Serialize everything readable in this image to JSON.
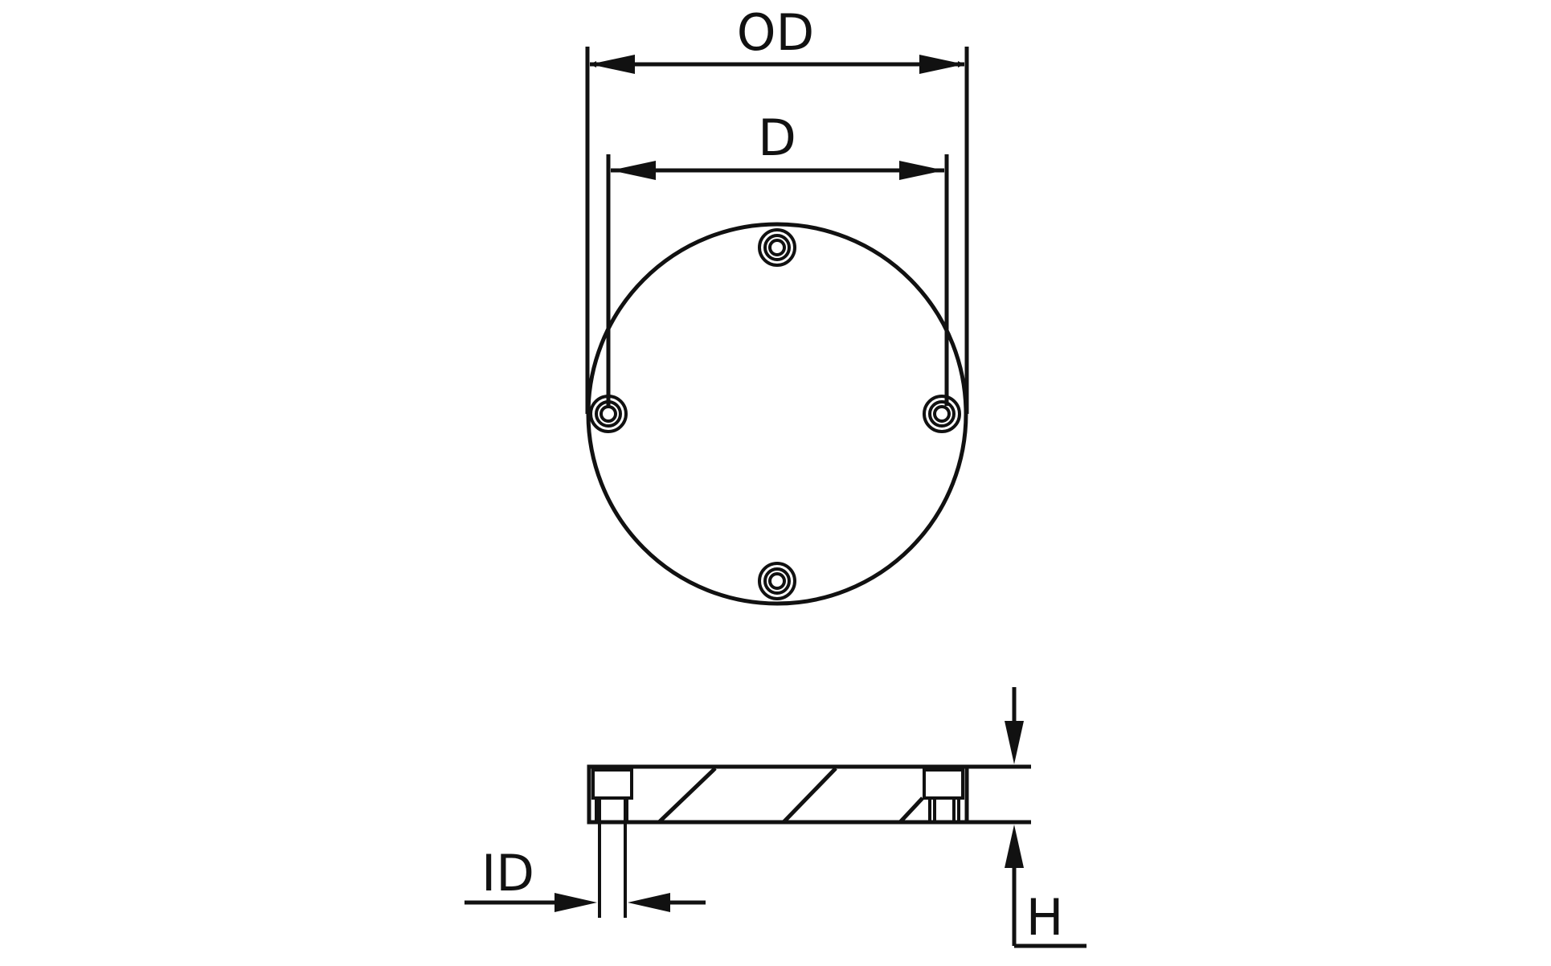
{
  "colors": {
    "fill": "#86B4CB",
    "stroke": "#111111",
    "background": "#FFFFFF"
  },
  "labels": {
    "od": "OD",
    "d": "D",
    "id": "ID",
    "h": "H"
  }
}
